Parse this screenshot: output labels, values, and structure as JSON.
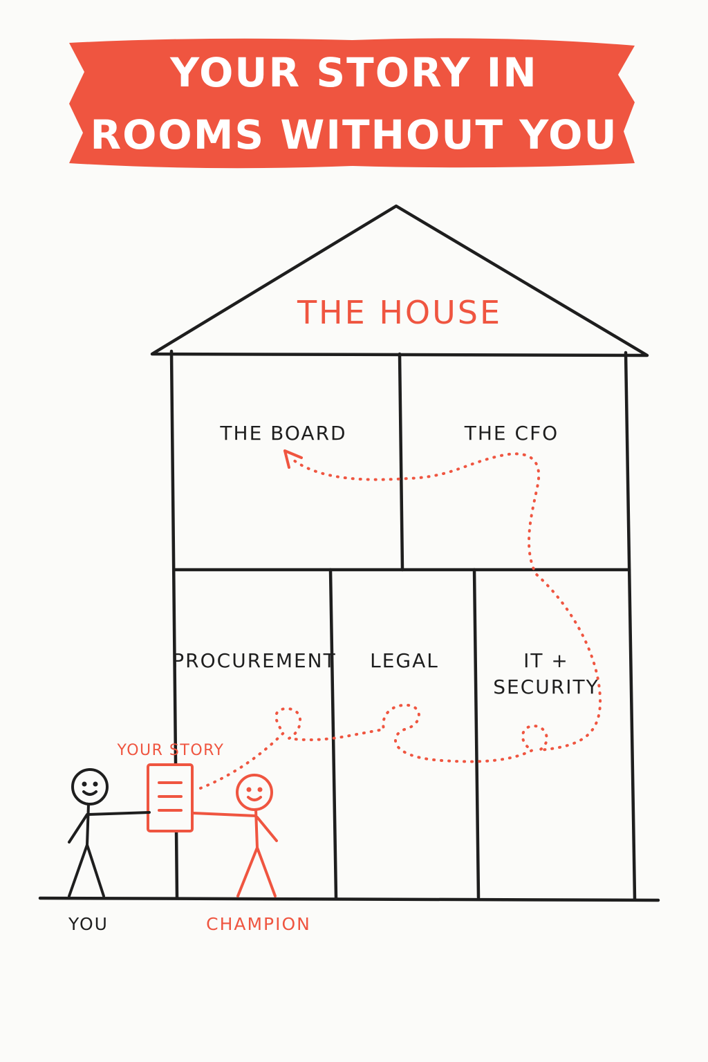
{
  "colors": {
    "accent": "#ef5540",
    "ink": "#1e1e1e",
    "background": "#fbfbf9",
    "banner_text": "#ffffff"
  },
  "banner": {
    "line1": "YOUR STORY IN",
    "line2": "ROOMS WITHOUT YOU"
  },
  "house": {
    "title": "THE HOUSE",
    "rooms": {
      "board": "THE BOARD",
      "cfo": "THE CFO",
      "procurement": "PROCUREMENT",
      "legal": "LEGAL",
      "it_line1": "IT +",
      "it_line2": "SECURITY"
    }
  },
  "document_label": "YOUR STORY",
  "people": {
    "you": "YOU",
    "champion": "CHAMPION"
  }
}
